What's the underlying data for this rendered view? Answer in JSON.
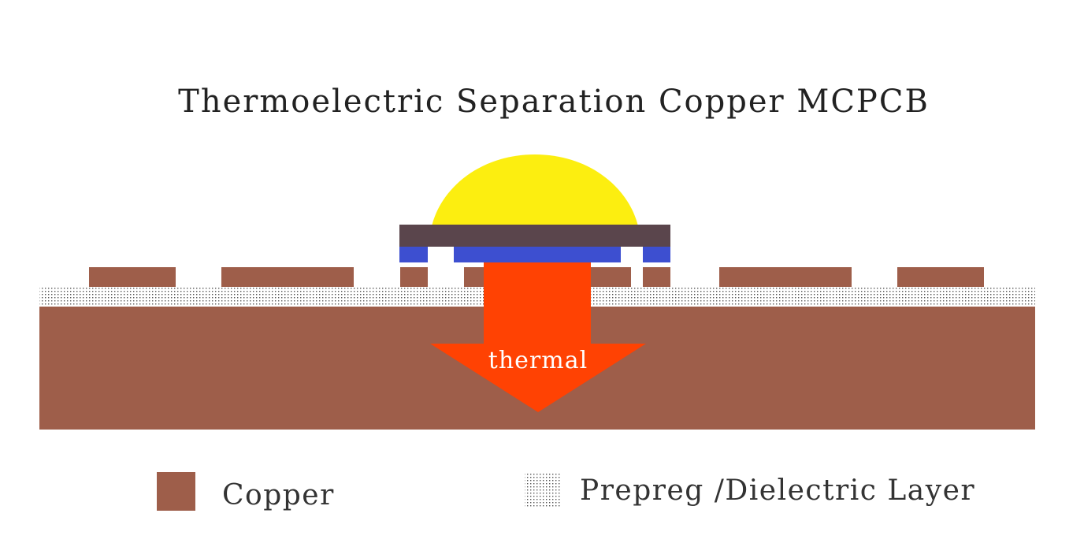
{
  "title": "Thermoelectric Separation Copper MCPCB",
  "arrow_label": "thermal",
  "legend": {
    "copper_label": "Copper",
    "dielectric_label": "Prepreg /Dielectric Layer"
  },
  "colors": {
    "copper": "#9e5e4a",
    "dielectric_dots": "#555555",
    "led_dome": "#fcee10",
    "led_body": "#5a454c",
    "pads": "#3d4fd0",
    "thermal_arrow": "#ff4203",
    "arrow_text": "#ffffff",
    "title_text": "#222222"
  }
}
